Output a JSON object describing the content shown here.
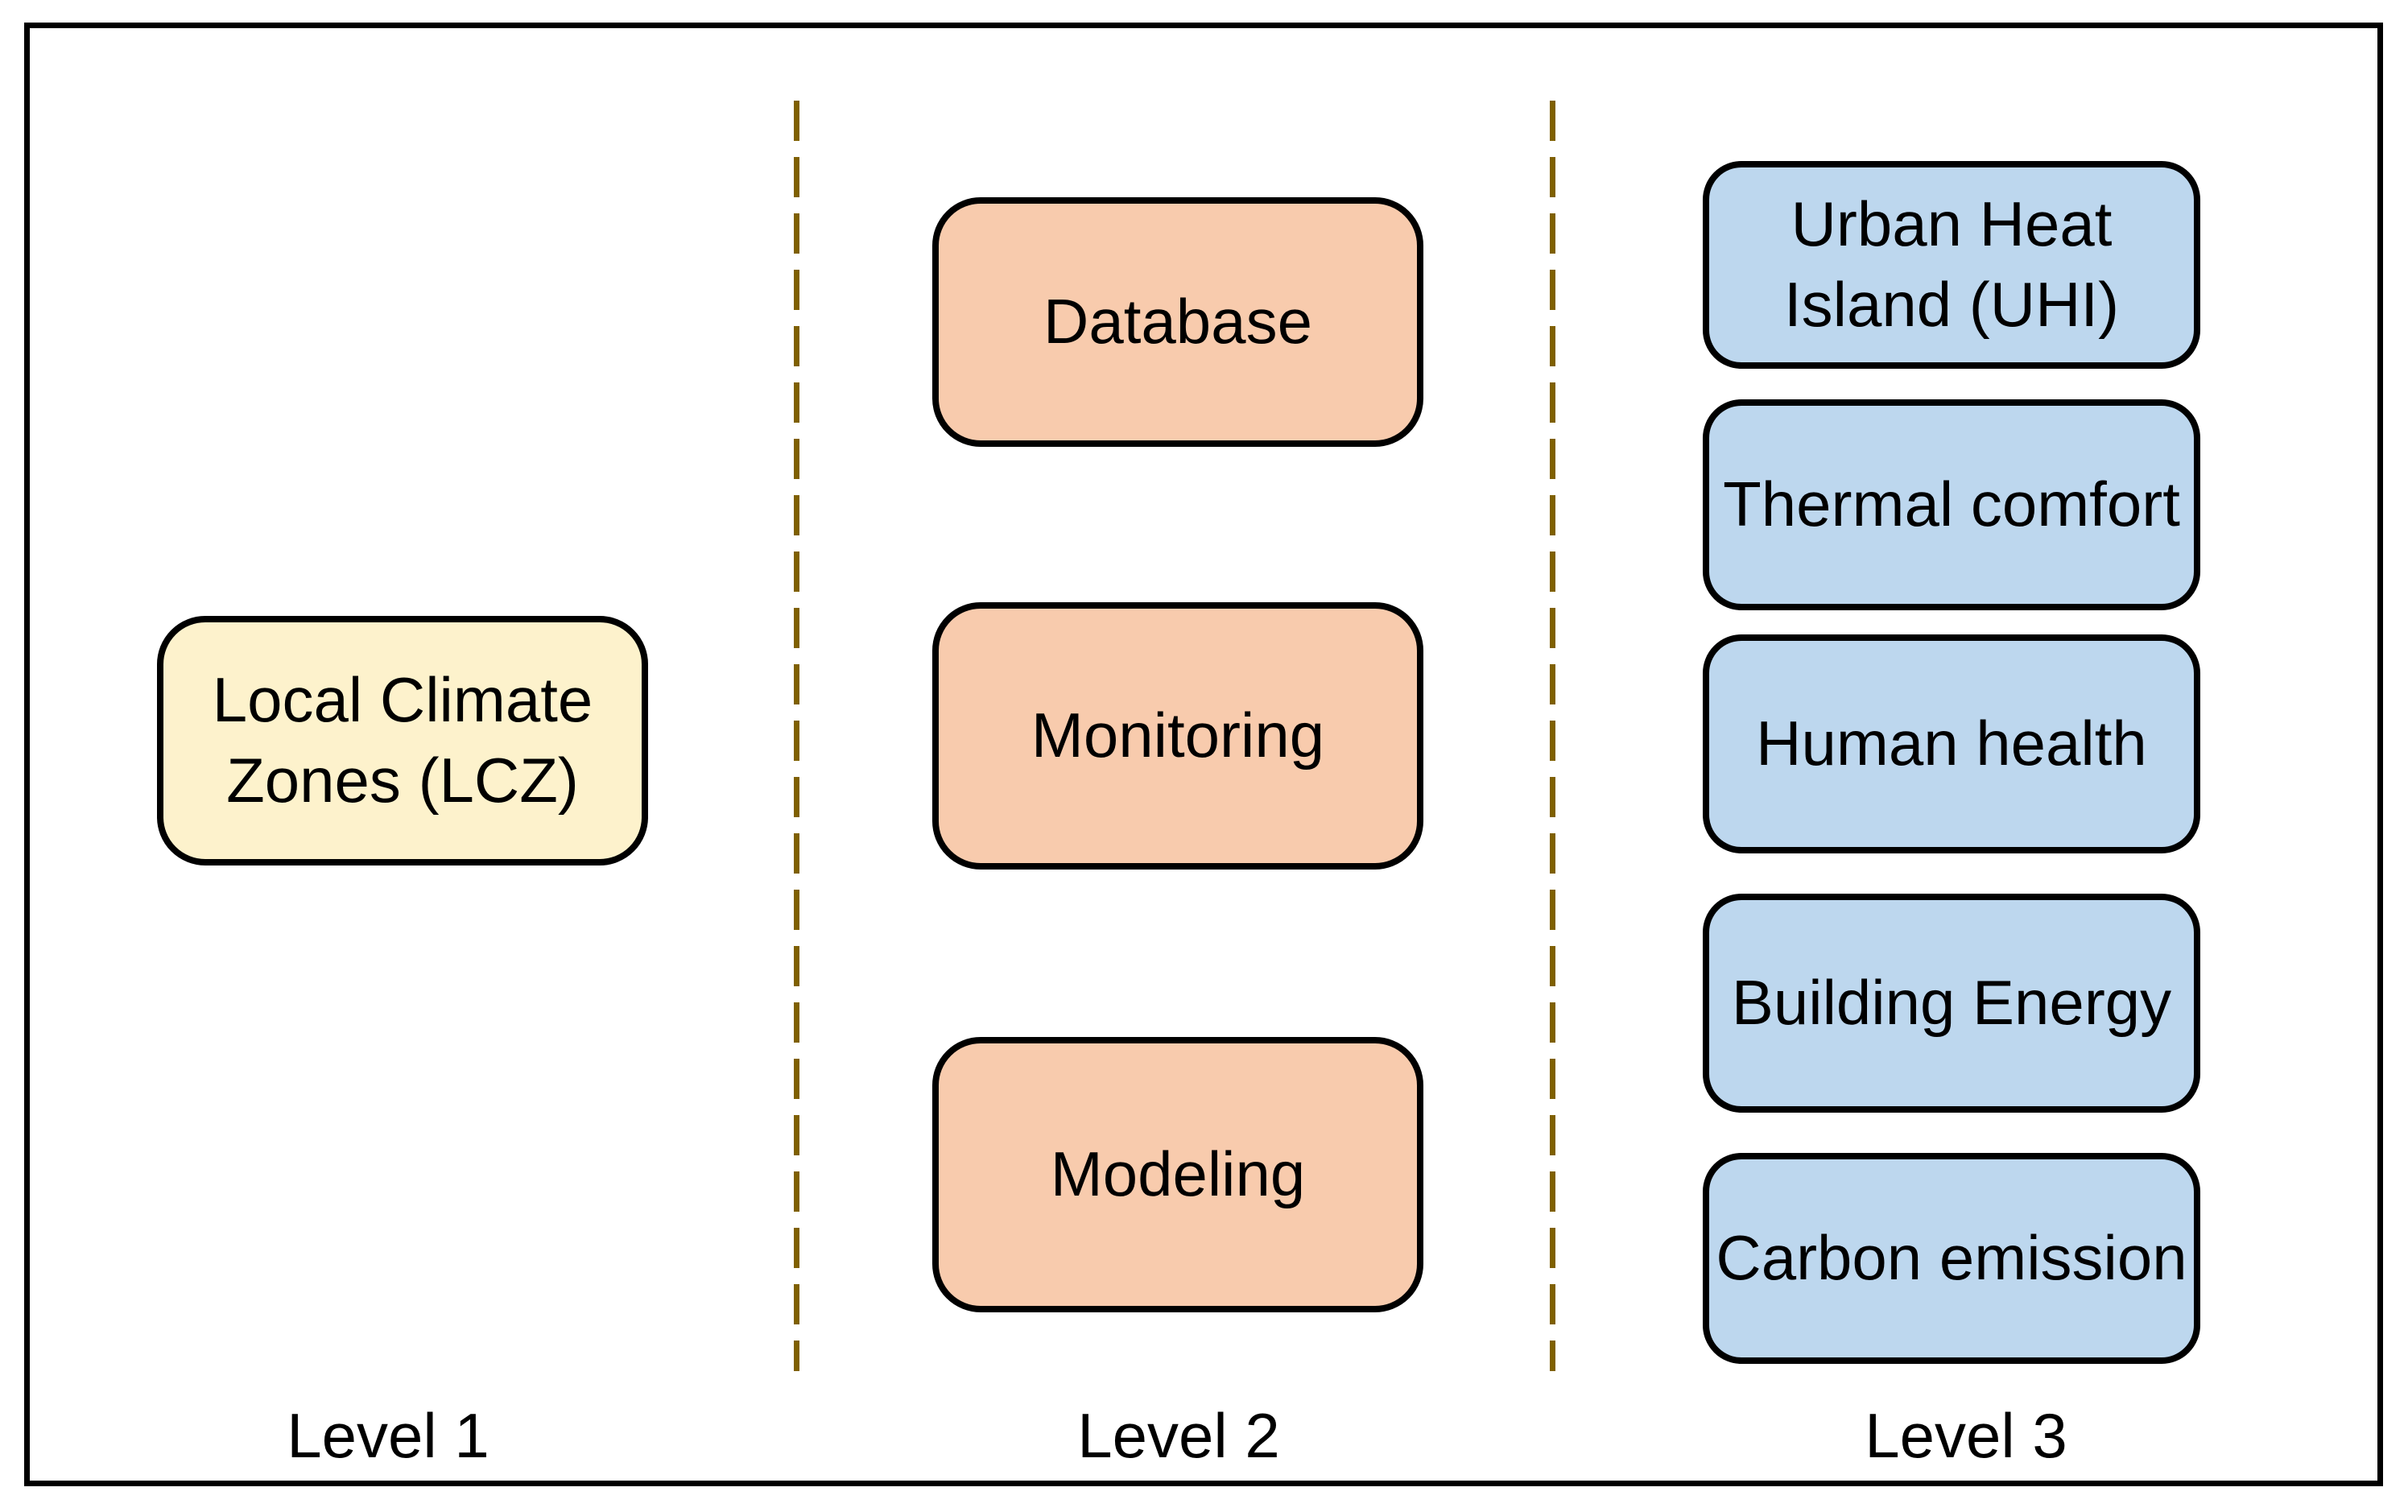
{
  "diagram": {
    "columns": [
      {
        "label": "Level 1",
        "boxes": [
          {
            "text": "Local Climate\nZones (LCZ)"
          }
        ]
      },
      {
        "label": "Level 2",
        "boxes": [
          {
            "text": "Database"
          },
          {
            "text": "Monitoring"
          },
          {
            "text": "Modeling"
          }
        ]
      },
      {
        "label": "Level 3",
        "boxes": [
          {
            "text": "Urban Heat\nIsland (UHI)"
          },
          {
            "text": "Thermal comfort"
          },
          {
            "text": "Human health"
          },
          {
            "text": "Building Energy"
          },
          {
            "text": "Carbon emission"
          }
        ]
      }
    ],
    "colors": {
      "level1_fill": "#FDF2CC",
      "level2_fill": "#F8CBAD",
      "level3_fill": "#BDD7EE",
      "divider": "#7F6000",
      "box_border": "#000000",
      "frame_border": "#000000",
      "text": "#000000",
      "background": "#FFFFFF"
    }
  }
}
